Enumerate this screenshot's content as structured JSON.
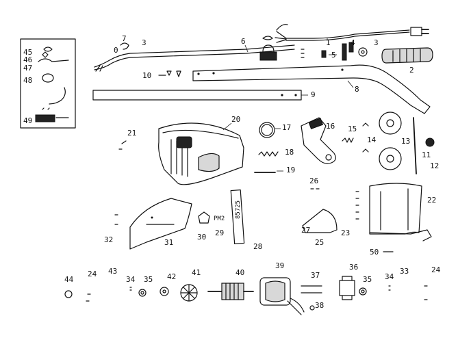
{
  "labels": {
    "p1": "1",
    "p2": "2",
    "p3a": "3",
    "p3b": "3",
    "p4": "4",
    "p5": "5",
    "p6": "6",
    "p7": "7",
    "p0": "0",
    "p8": "8",
    "p9": "9",
    "p10": "10",
    "p11": "11",
    "p12": "12",
    "p13": "13",
    "p14": "14",
    "p15": "15",
    "p16": "16",
    "p17": "17",
    "p18": "18",
    "p19": "19",
    "p20": "20",
    "p21": "21",
    "p22": "22",
    "p23": "23",
    "p24a": "24",
    "p24b": "24",
    "p25": "25",
    "p26": "26",
    "p27": "27",
    "p28": "28",
    "p29": "29",
    "p30": "30",
    "p31": "31",
    "p32": "32",
    "p33": "33",
    "p34a": "34",
    "p34b": "34",
    "p35a": "35",
    "p35b": "35",
    "p36": "36",
    "p37": "37",
    "p38": "38",
    "p39": "39",
    "p40": "40",
    "p41": "41",
    "p42": "42",
    "p43": "43",
    "p44": "44",
    "p45": "45",
    "p46": "46",
    "p47": "47",
    "p48": "48",
    "p49": "49",
    "p50": "50"
  },
  "stamps": {
    "s29": "PM2",
    "s28": "85725"
  }
}
